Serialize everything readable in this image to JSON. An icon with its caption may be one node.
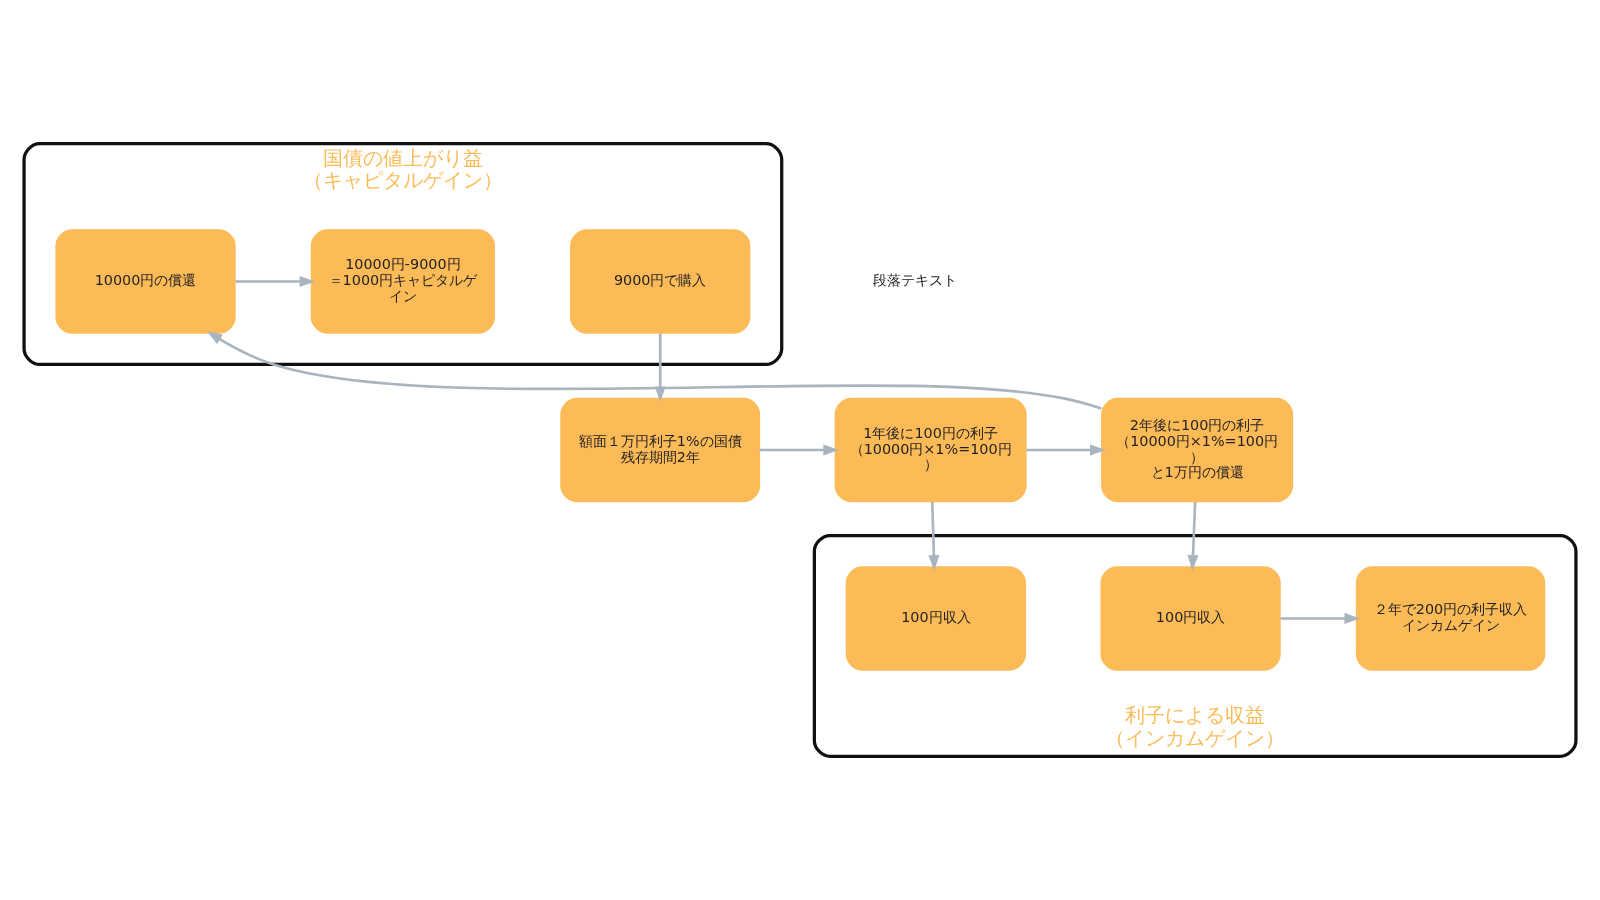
{
  "diagram": {
    "nodes": [
      {
        "text": [
          "国債の値上がり益（キャピタルゲイン）"
        ]
      },
      {
        "text": [
          "9000円で購入"
        ],
        "in": 0
      },
      {
        "text": [
          "10000円の償還"
        ],
        "in": 0
      },
      {
        "text": [
          "10000円-9000円＝1000円キャピタルゲイン"
        ],
        "in": 0
      },
      {
        "text": [
          "額面１万円利子1%の国債残存期間2年"
        ]
      },
      {
        "text": [
          "1年後に100円の利子（10000円×1%=100円）"
        ]
      },
      {
        "text": [
          "2年後に100円の利子（10000円×1%=100円）と1万円の償還"
        ]
      },
      {
        "text": [
          "利子による収益（インカムゲイン）"
        ]
      },
      {
        "text": [
          "100円収入"
        ],
        "in": 7
      },
      {
        "text": [
          "100円収入"
        ],
        "in": 7
      },
      {
        "text": [
          "２年で200円の利子収入インカムゲイン"
        ],
        "in": 7
      }
    ],
    "edges": [
      {
        "from": 1,
        "to": 4,
        "arrow": "to"
      },
      {
        "from": 4,
        "to": 5,
        "arrow": "to"
      },
      {
        "from": 5,
        "to": 6,
        "arrow": "to"
      },
      {
        "from": 6,
        "to": 2,
        "arrow": "to"
      },
      {
        "from": 2,
        "to": 3,
        "arrow": "to"
      },
      {
        "from": 5,
        "to": 8,
        "arrow": "to"
      },
      {
        "from": 6,
        "to": 9,
        "arrow": "to"
      },
      {
        "from": 9,
        "to": 10,
        "arrow": "to"
      }
    ],
    "labels": [
      "段落テキスト"
    ]
  }
}
